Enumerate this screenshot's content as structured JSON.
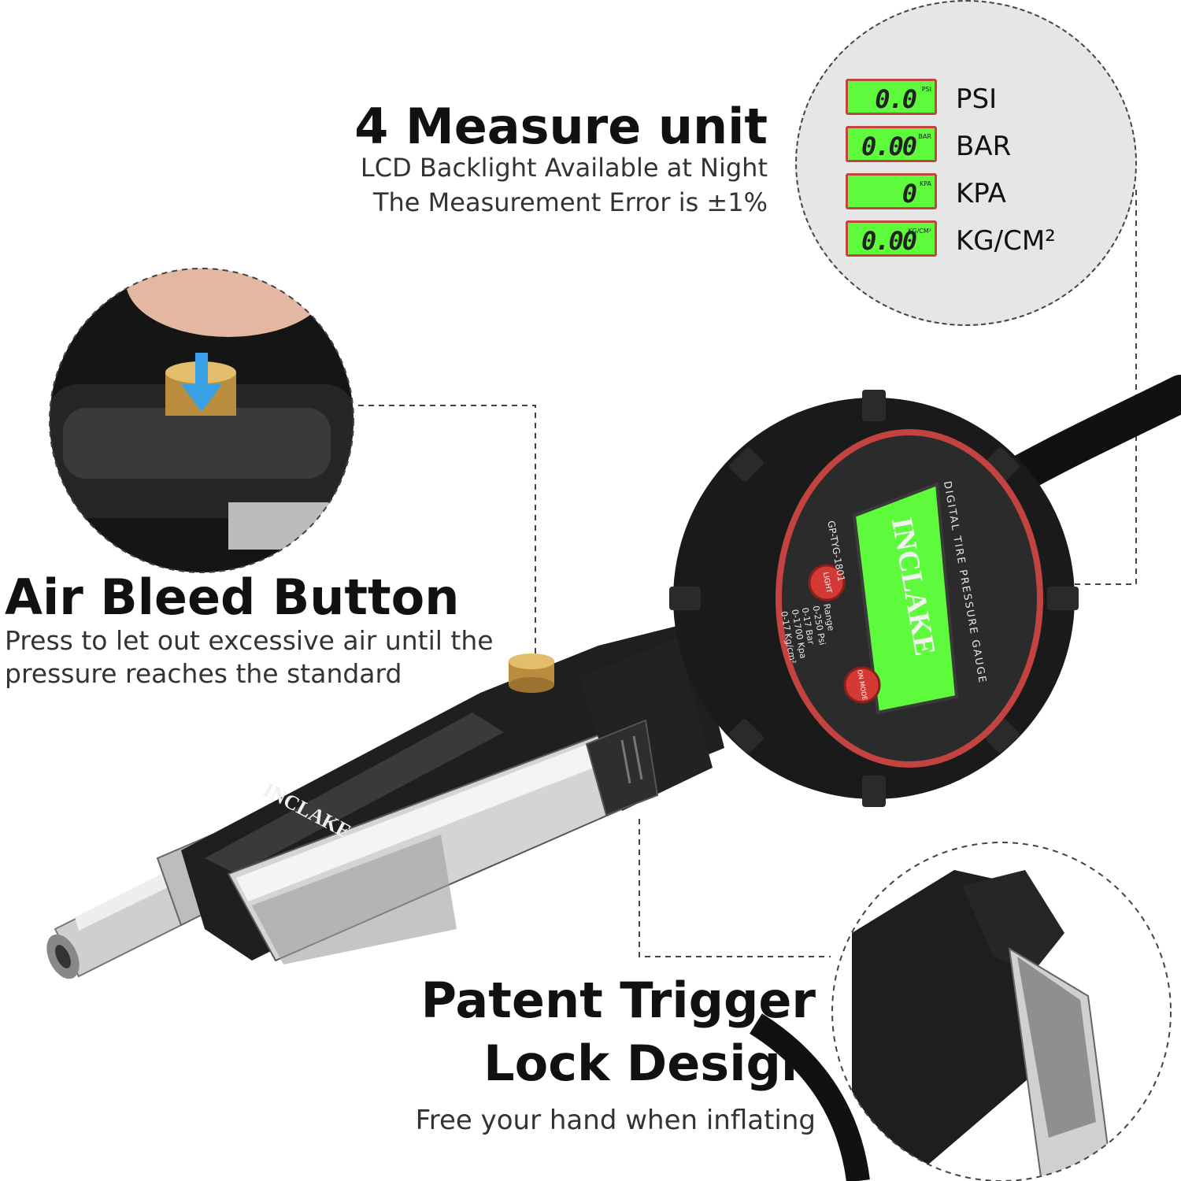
{
  "headline": {
    "title": "4 Measure unit",
    "line1": "LCD Backlight  Available at Night",
    "line2": "The Measurement Error is ±1%"
  },
  "units": [
    {
      "lcd": "0.0",
      "lcd_unit": "PSI",
      "label": "PSI"
    },
    {
      "lcd": "0.00",
      "lcd_unit": "BAR",
      "label": "BAR"
    },
    {
      "lcd": "0",
      "lcd_unit": "KPA",
      "label": "KPA"
    },
    {
      "lcd": "0.00",
      "lcd_unit": "KG/CM²",
      "label": "KG/CM²"
    }
  ],
  "air_bleed": {
    "title": "Air Bleed Button",
    "line1": "Press to let out excessive air until the",
    "line2": "pressure reaches the standard"
  },
  "trigger": {
    "title_line1": "Patent Trigger",
    "title_line2": "Lock Design",
    "subtitle": "Free your hand when inflating"
  },
  "gauge": {
    "brand": "INCLAKE",
    "product": "DIGITAL TIRE PRESSURE GAUGE",
    "model": "GP-TYG-1801",
    "range_label": "Range",
    "range_lines": [
      "0-250 Psi",
      "0-17 Bar",
      "0-1700 Kpa",
      "0-17 Kg/cm²"
    ],
    "light_button": "LIGHT",
    "mode_button": "ON MODE"
  },
  "body_brand": "INCLAKE",
  "colors": {
    "lcd_green": "#5dfb3c",
    "bezel_red": "#c2433f",
    "rubber_black": "#1c1c1c",
    "brass": "#c9a04a",
    "chrome": "#d9d9d9"
  }
}
